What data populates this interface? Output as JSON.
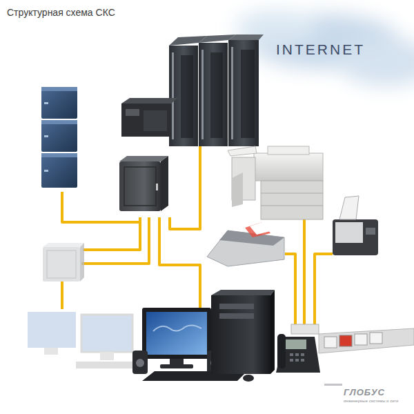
{
  "diagram": {
    "title": "Структурная схема СКС",
    "labels": [
      "INTERNET",
      "ГЛОБУС",
      "инженерные системы и сети"
    ]
  }
}
